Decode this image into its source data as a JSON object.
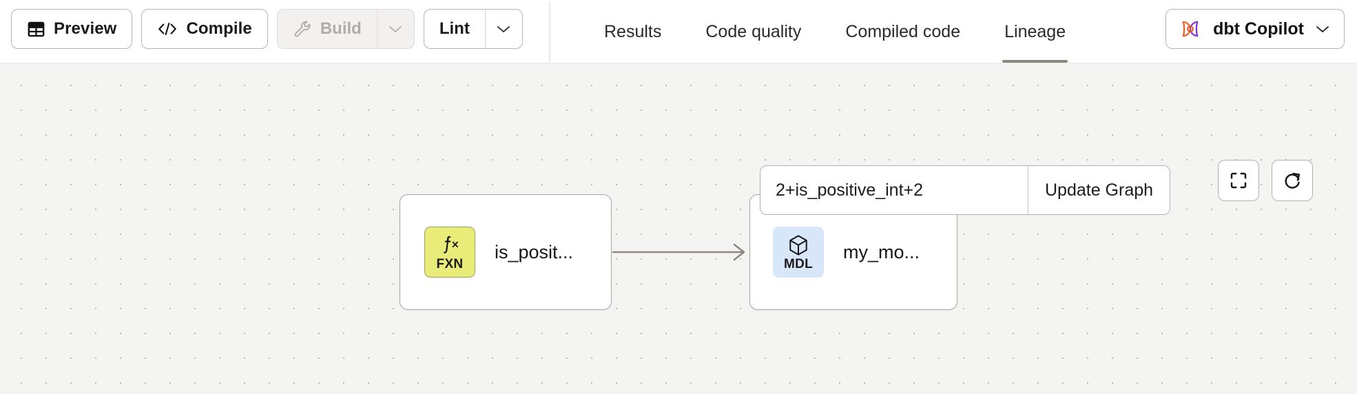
{
  "header": {
    "toolbar": [
      {
        "id": "preview",
        "label": "Preview",
        "icon": "table-icon",
        "type": "button",
        "disabled": false
      },
      {
        "id": "compile",
        "label": "Compile",
        "icon": "code-brackets-icon",
        "type": "button",
        "disabled": false
      },
      {
        "id": "build",
        "label": "Build",
        "icon": "wrench-icon",
        "type": "split",
        "disabled": true
      },
      {
        "id": "lint",
        "label": "Lint",
        "icon": "",
        "type": "split",
        "disabled": false
      }
    ],
    "tabs": [
      {
        "label": "Results",
        "active": false
      },
      {
        "label": "Code quality",
        "active": false
      },
      {
        "label": "Compiled code",
        "active": false
      },
      {
        "label": "Lineage",
        "active": true
      }
    ],
    "copilot": {
      "label": "dbt Copilot",
      "icon": "dbt-logo-icon",
      "caret": "chevron-down-icon"
    }
  },
  "canvas": {
    "search": {
      "value": "2+is_positive_int+2",
      "placeholder": "",
      "update_label": "Update Graph"
    },
    "icon_buttons": [
      {
        "name": "fullscreen-button",
        "icon": "fullscreen-icon"
      },
      {
        "name": "refresh-button",
        "icon": "refresh-icon"
      }
    ],
    "graph": {
      "nodes": [
        {
          "id": "is_positive_int",
          "label": "is_posit...",
          "badge_type": "FXN",
          "badge_glyph": "fx",
          "badge_color": "#eaec79",
          "icon": "function-icon"
        },
        {
          "id": "my_model",
          "label": "my_mo...",
          "badge_type": "MDL",
          "badge_glyph": "cube",
          "badge_color": "#d7e7f9",
          "icon": "cube-icon"
        }
      ],
      "edges": [
        {
          "from": "is_positive_int",
          "to": "my_model"
        }
      ]
    }
  },
  "colors": {
    "canvas_bg": "#f4f4f3",
    "accent_underline": "#8d8782",
    "fxn_badge": "#eaec79",
    "mdl_badge": "#d7e7f9",
    "edge": "#8d8782"
  }
}
